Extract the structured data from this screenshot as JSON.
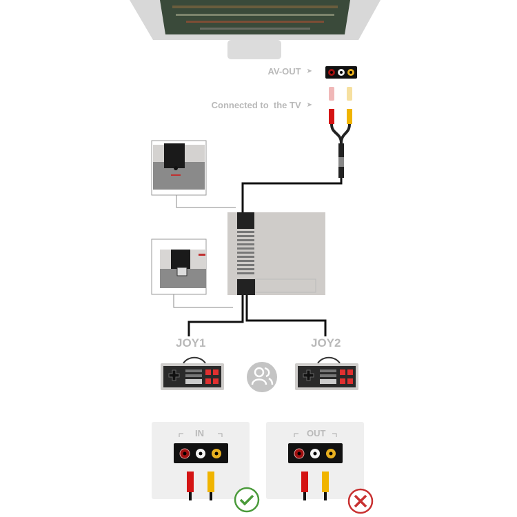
{
  "labels": {
    "av_out": "AV-OUT",
    "connected_tv": "Connected to  the TV",
    "arrow": "➤",
    "joy1": "JOY1",
    "joy2": "JOY2",
    "panel_in": "IN",
    "panel_out": "OUT"
  },
  "icons": [
    "monitor",
    "rca-jack",
    "rca-plug",
    "console",
    "controller",
    "users-icon",
    "check-icon",
    "cross-icon"
  ],
  "colors": {
    "red": "#d41414",
    "yellow": "#f0b400",
    "check": "#4a9a3a",
    "cross": "#c83030",
    "label": "#b9b9b9"
  }
}
